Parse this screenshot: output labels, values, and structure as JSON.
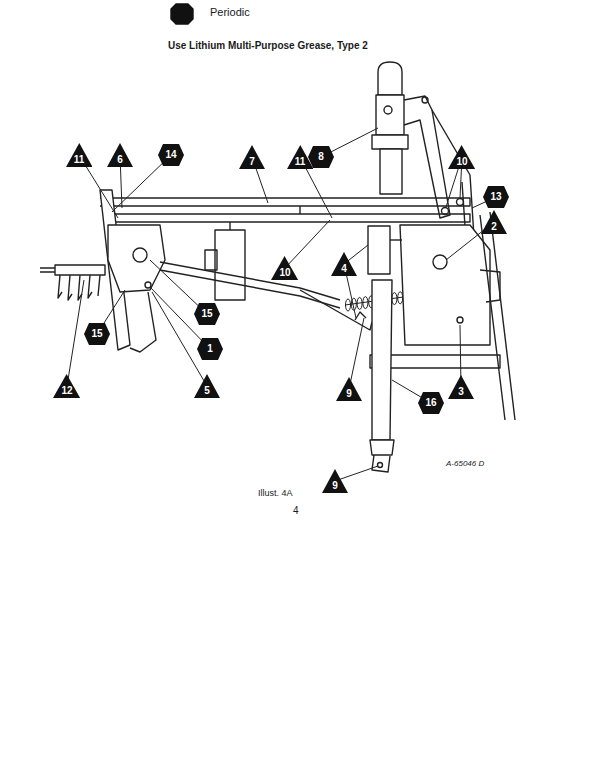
{
  "diagram": {
    "title": "Periodic",
    "caption": "Illust. 4A",
    "nodes": [
      {
        "text": [
          "11"
        ]
      },
      {
        "text": [
          "6"
        ]
      },
      {
        "text": [
          "14"
        ]
      },
      {
        "text": [
          "7"
        ]
      },
      {
        "text": [
          "11"
        ]
      },
      {
        "text": [
          "8"
        ]
      },
      {
        "text": [
          "10"
        ]
      },
      {
        "text": [
          "13"
        ]
      },
      {
        "text": [
          "2"
        ]
      },
      {
        "text": [
          "10"
        ]
      },
      {
        "text": [
          "4"
        ]
      },
      {
        "text": [
          "15"
        ]
      },
      {
        "text": [
          "15"
        ]
      },
      {
        "text": [
          "1"
        ]
      },
      {
        "text": [
          "12"
        ]
      },
      {
        "text": [
          "5"
        ]
      },
      {
        "text": [
          "9"
        ]
      },
      {
        "text": [
          "16"
        ]
      },
      {
        "text": [
          "3"
        ]
      },
      {
        "text": [
          "9"
        ]
      }
    ],
    "labels": [
      "Use Lithium Multi-Purpose Grease, Type 2",
      "A-65046 D",
      "4"
    ]
  }
}
